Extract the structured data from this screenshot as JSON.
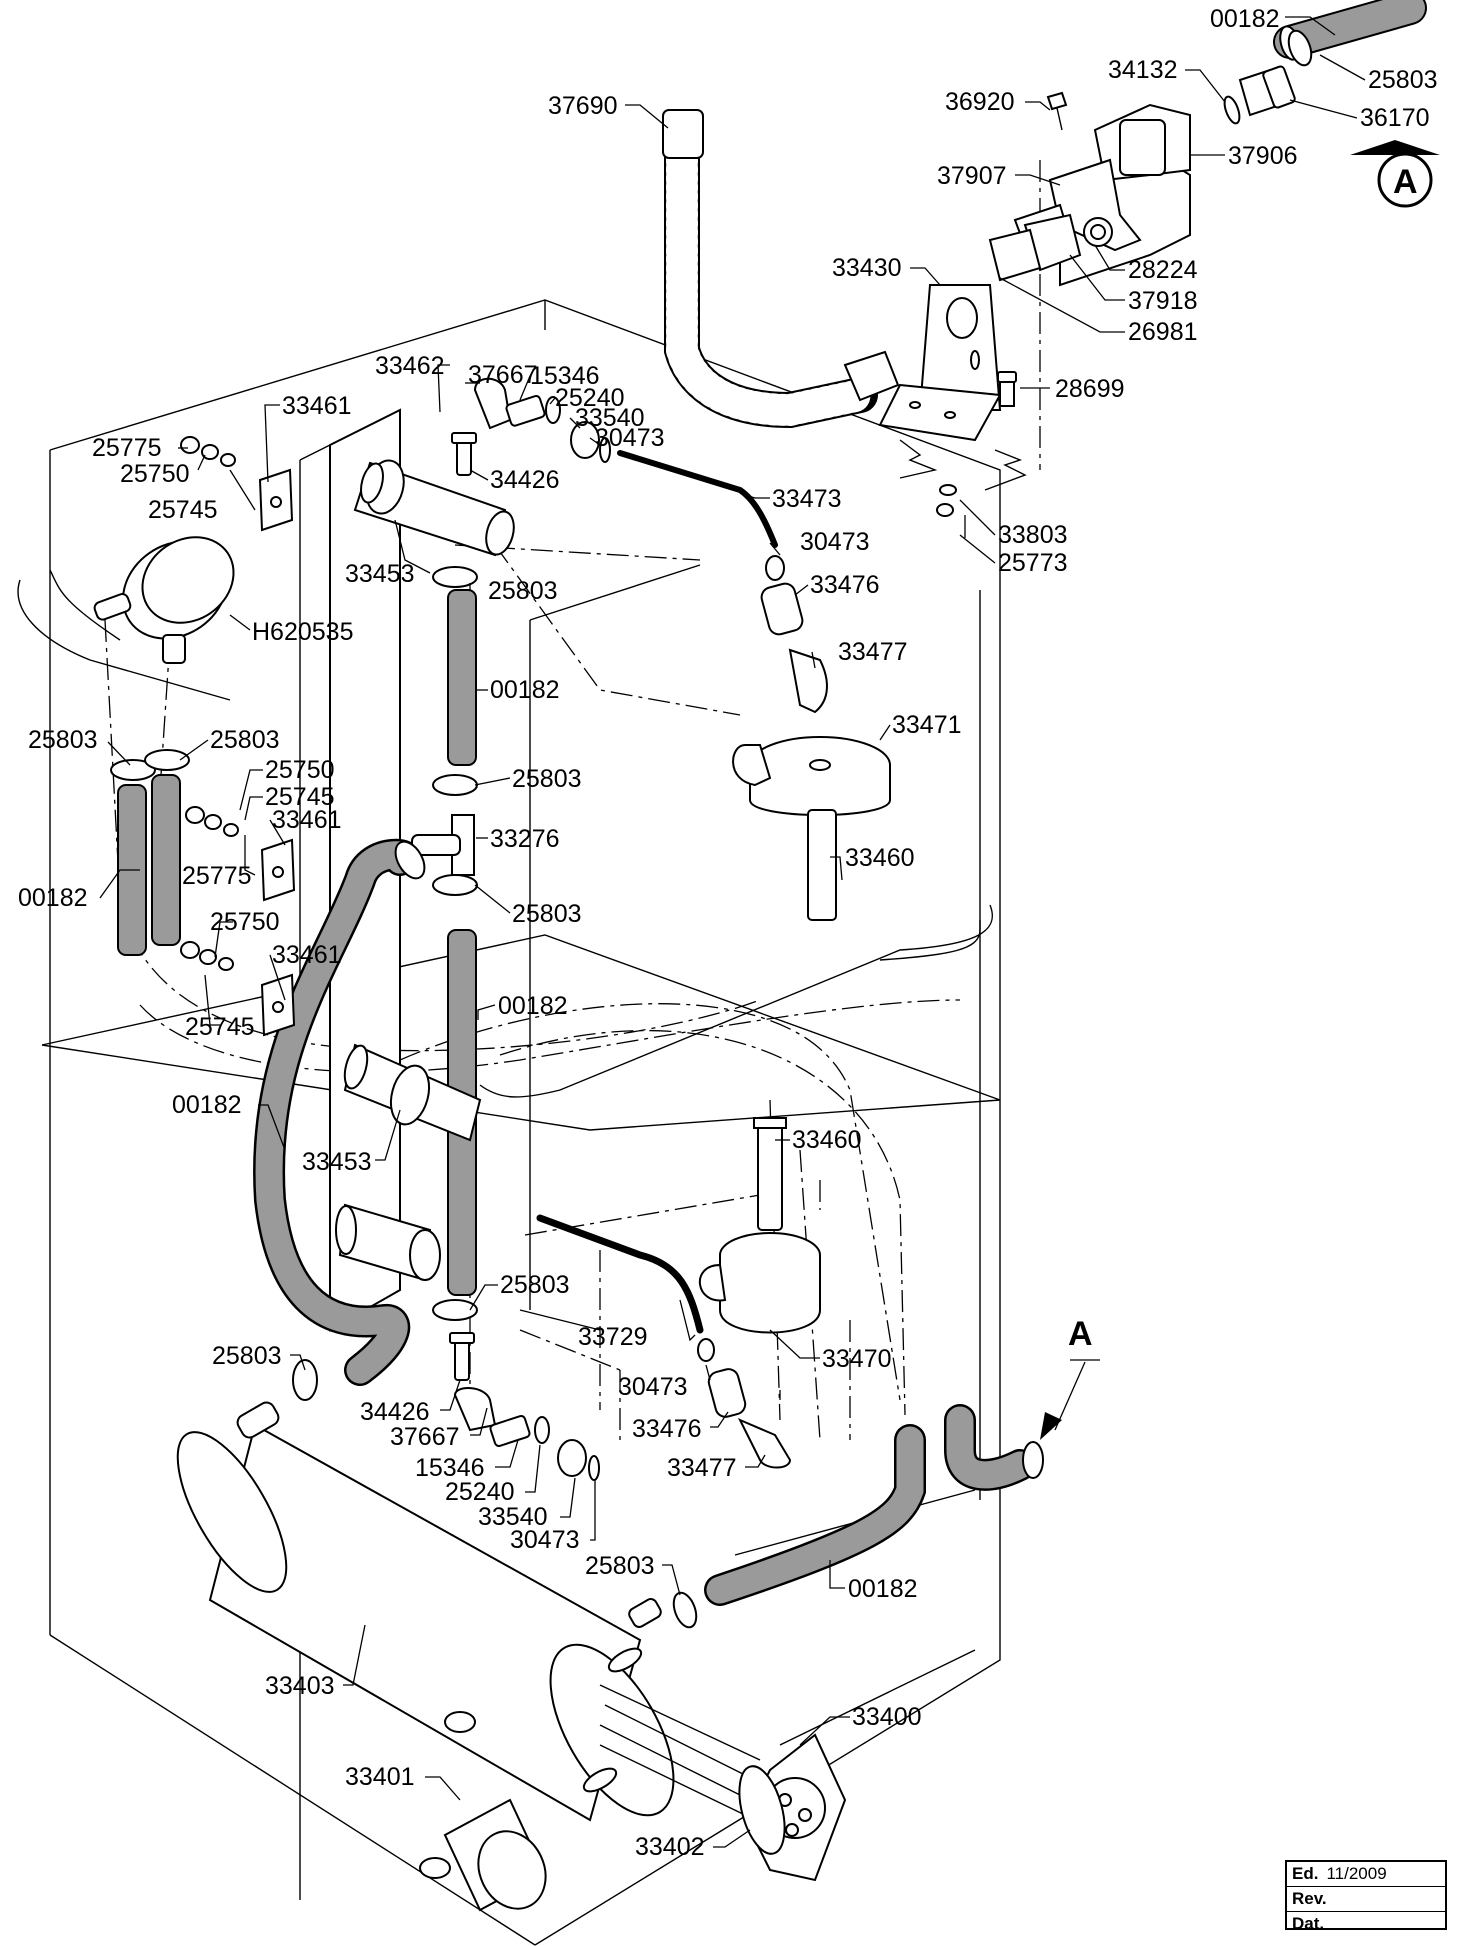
{
  "section_marker": "A",
  "view_label": "A",
  "edition": {
    "ed_label": "Ed.",
    "ed_value": "11/2009",
    "rev_label": "Rev.",
    "dat_label": "Dat."
  },
  "labels": [
    {
      "id": "00182-top",
      "text": "00182"
    },
    {
      "id": "25803-top",
      "text": "25803"
    },
    {
      "id": "34132",
      "text": "34132"
    },
    {
      "id": "36920",
      "text": "36920"
    },
    {
      "id": "36170",
      "text": "36170"
    },
    {
      "id": "37690",
      "text": "37690"
    },
    {
      "id": "37906",
      "text": "37906"
    },
    {
      "id": "37907",
      "text": "37907"
    },
    {
      "id": "28224",
      "text": "28224"
    },
    {
      "id": "33430",
      "text": "33430"
    },
    {
      "id": "37918",
      "text": "37918"
    },
    {
      "id": "26981",
      "text": "26981"
    },
    {
      "id": "28699",
      "text": "28699"
    },
    {
      "id": "33803",
      "text": "33803"
    },
    {
      "id": "25773",
      "text": "25773"
    },
    {
      "id": "37667-top",
      "text": "37667"
    },
    {
      "id": "15346-top",
      "text": "15346"
    },
    {
      "id": "33462",
      "text": "33462"
    },
    {
      "id": "25240-top",
      "text": "25240"
    },
    {
      "id": "33540-top",
      "text": "33540"
    },
    {
      "id": "30473-top",
      "text": "30473"
    },
    {
      "id": "33461-a",
      "text": "33461"
    },
    {
      "id": "25775-a",
      "text": "25775"
    },
    {
      "id": "25750-a",
      "text": "25750"
    },
    {
      "id": "25745-a",
      "text": "25745"
    },
    {
      "id": "34426-top",
      "text": "34426"
    },
    {
      "id": "33473",
      "text": "33473"
    },
    {
      "id": "30473-mid",
      "text": "30473"
    },
    {
      "id": "33453-top",
      "text": "33453"
    },
    {
      "id": "25803-b",
      "text": "25803"
    },
    {
      "id": "33476-top",
      "text": "33476"
    },
    {
      "id": "H620535",
      "text": "H620535"
    },
    {
      "id": "33477-top",
      "text": "33477"
    },
    {
      "id": "00182-mid",
      "text": "00182"
    },
    {
      "id": "33471",
      "text": "33471"
    },
    {
      "id": "25803-c",
      "text": "25803"
    },
    {
      "id": "25803-d",
      "text": "25803"
    },
    {
      "id": "25803-e",
      "text": "25803"
    },
    {
      "id": "25750-b",
      "text": "25750"
    },
    {
      "id": "25745-b",
      "text": "25745"
    },
    {
      "id": "33461-b",
      "text": "33461"
    },
    {
      "id": "33276",
      "text": "33276"
    },
    {
      "id": "25775-b",
      "text": "25775"
    },
    {
      "id": "33460-top",
      "text": "33460"
    },
    {
      "id": "00182-left",
      "text": "00182"
    },
    {
      "id": "25803-f",
      "text": "25803"
    },
    {
      "id": "25750-c",
      "text": "25750"
    },
    {
      "id": "33461-c",
      "text": "33461"
    },
    {
      "id": "25745-c",
      "text": "25745"
    },
    {
      "id": "00182-long",
      "text": "00182"
    },
    {
      "id": "00182-hose",
      "text": "00182"
    },
    {
      "id": "33453-bottom",
      "text": "33453"
    },
    {
      "id": "33460-bottom",
      "text": "33460"
    },
    {
      "id": "25803-g",
      "text": "25803"
    },
    {
      "id": "33729",
      "text": "33729"
    },
    {
      "id": "33470",
      "text": "33470"
    },
    {
      "id": "25803-h",
      "text": "25803"
    },
    {
      "id": "34426-bottom",
      "text": "34426"
    },
    {
      "id": "30473-b",
      "text": "30473"
    },
    {
      "id": "37667-bottom",
      "text": "37667"
    },
    {
      "id": "33476-bottom",
      "text": "33476"
    },
    {
      "id": "15346-bottom",
      "text": "15346"
    },
    {
      "id": "33477-bottom",
      "text": "33477"
    },
    {
      "id": "25240-bottom",
      "text": "25240"
    },
    {
      "id": "33540-bottom",
      "text": "33540"
    },
    {
      "id": "30473-c",
      "text": "30473"
    },
    {
      "id": "25803-i",
      "text": "25803"
    },
    {
      "id": "00182-bottom",
      "text": "00182"
    },
    {
      "id": "33403",
      "text": "33403"
    },
    {
      "id": "33400",
      "text": "33400"
    },
    {
      "id": "33401",
      "text": "33401"
    },
    {
      "id": "33402",
      "text": "33402"
    }
  ]
}
